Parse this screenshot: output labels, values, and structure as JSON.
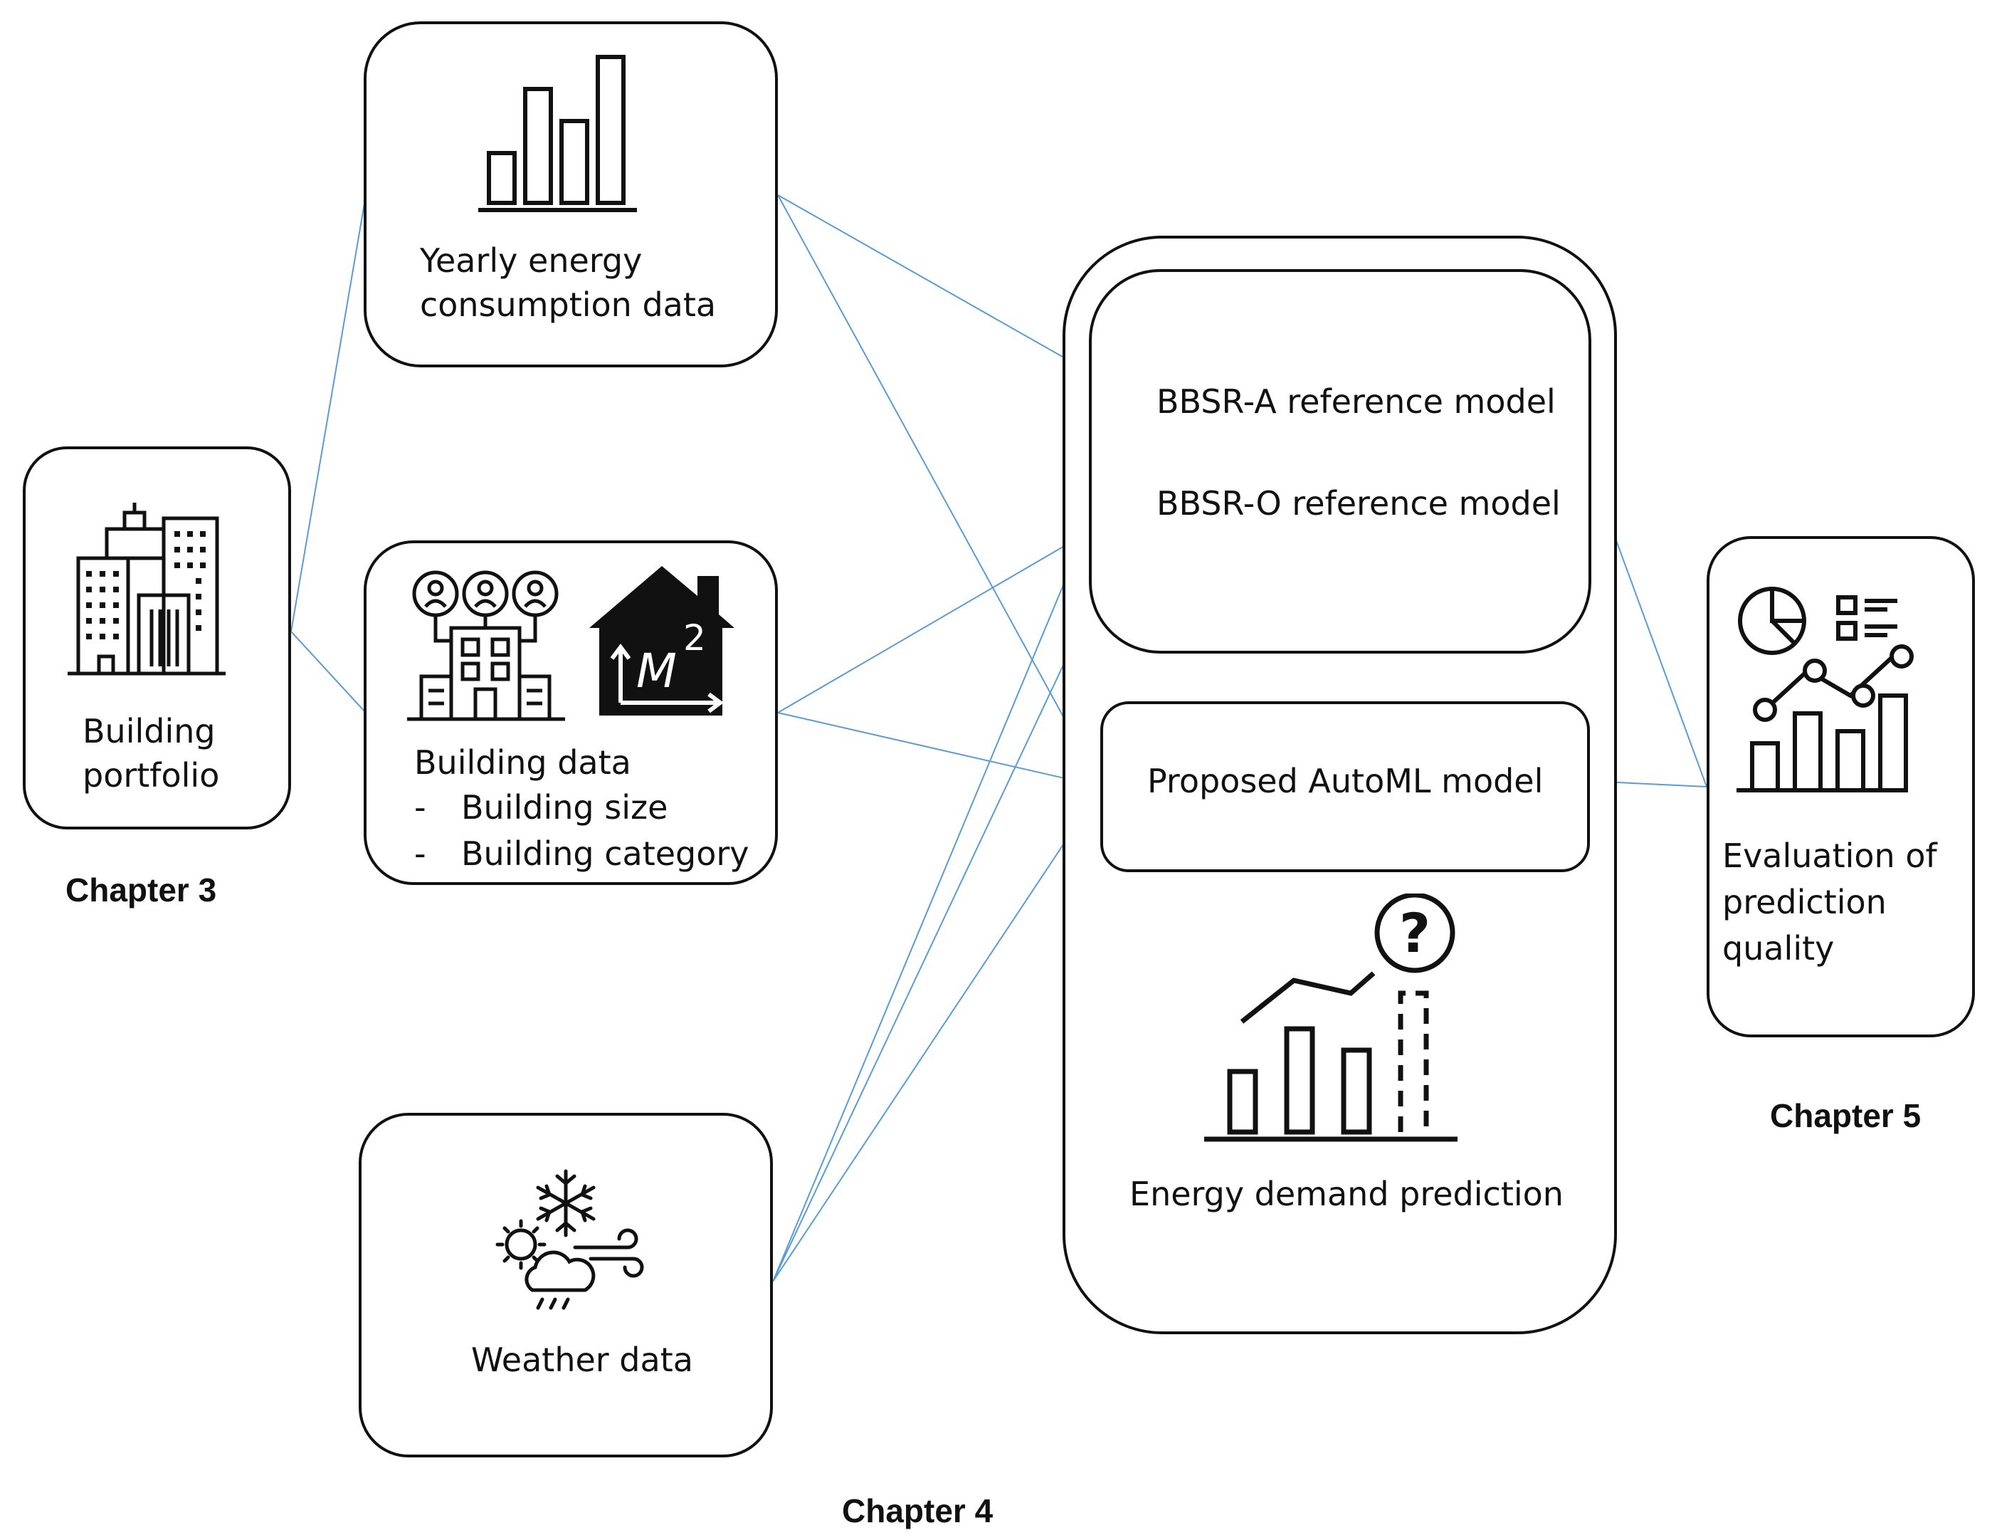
{
  "nodes": {
    "building_portfolio": {
      "lines": [
        "Building",
        "portfolio"
      ]
    },
    "yearly_energy": {
      "lines": [
        "Yearly energy",
        "consumption data"
      ]
    },
    "building_data": {
      "title": "Building data",
      "items": [
        "Building size",
        "Building category"
      ],
      "bullet": "-"
    },
    "weather": {
      "label": "Weather data"
    },
    "bbsr_a": {
      "label": "BBSR-A reference model"
    },
    "bbsr_o": {
      "label": "BBSR-O reference model"
    },
    "automl": {
      "label": "Proposed AutoML model"
    },
    "energy_pred": {
      "label": "Energy demand prediction"
    },
    "evaluation": {
      "lines": [
        "Evaluation of",
        "prediction",
        "quality"
      ]
    }
  },
  "chapters": {
    "ch3": "Chapter 3",
    "ch4": "Chapter 4",
    "ch5": "Chapter 5"
  },
  "icons": {
    "m2": "M",
    "m2_sup": "2",
    "question": "?"
  },
  "colors": {
    "connector": "#5b9bd5",
    "stroke": "#111111"
  }
}
